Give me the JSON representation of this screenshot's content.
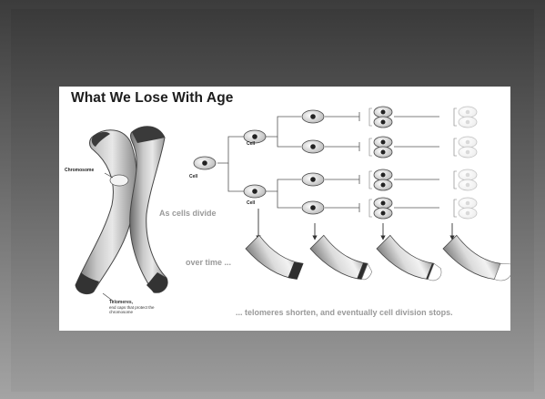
{
  "slide": {
    "title": "What We Lose With Age",
    "label_chromosome": "Chromosome",
    "label_telomeres": "Telomeres,",
    "label_telomeres_desc": "end caps that protect the chromosome",
    "label_cell": "Cell",
    "label_as_cells_divide": "As cells divide",
    "label_over_time": "over time ...",
    "caption": "... telomeres shorten, and eventually cell division stops."
  },
  "icons": [
    "chromosome-figure",
    "cell-icon",
    "telomere-strand-icon",
    "arrow-down-icon"
  ],
  "colors": {
    "background_top": "#3c3c3c",
    "background_bottom": "#a4a4a4",
    "slide": "#ffffff"
  }
}
